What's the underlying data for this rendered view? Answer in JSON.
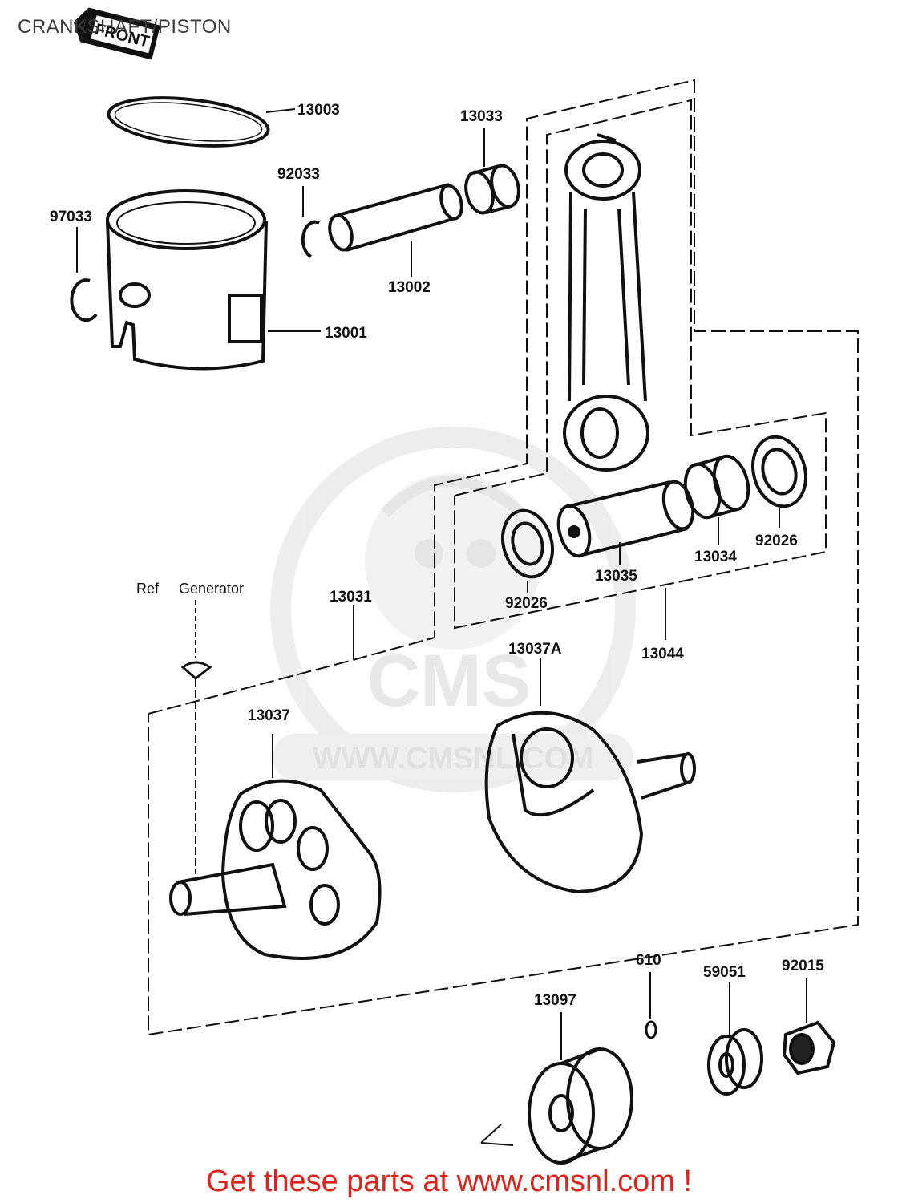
{
  "title": "CRANKSHAFT/PISTON",
  "front_label": "FRONT",
  "watermark": {
    "logo_text": "CMS",
    "url_text": "WWW.CMSNL.COM"
  },
  "ref_note": {
    "ref": "Ref",
    "target": "Generator"
  },
  "parts": [
    {
      "id": "13003",
      "label": "13003",
      "name": "piston-ring"
    },
    {
      "id": "92033a",
      "label": "92033",
      "name": "circlip"
    },
    {
      "id": "97033",
      "label": "97033",
      "name": "circlip"
    },
    {
      "id": "13033",
      "label": "13033",
      "name": "needle-bearing"
    },
    {
      "id": "13002",
      "label": "13002",
      "name": "piston-pin"
    },
    {
      "id": "13001",
      "label": "13001",
      "name": "piston"
    },
    {
      "id": "92026a",
      "label": "92026",
      "name": "thrust-washer"
    },
    {
      "id": "13034",
      "label": "13034",
      "name": "needle-bearing"
    },
    {
      "id": "92026b",
      "label": "92026",
      "name": "thrust-washer"
    },
    {
      "id": "13035",
      "label": "13035",
      "name": "crank-pin"
    },
    {
      "id": "13044",
      "label": "13044",
      "name": "connecting-rod-kit"
    },
    {
      "id": "13031",
      "label": "13031",
      "name": "crankshaft-assy"
    },
    {
      "id": "13037A",
      "label": "13037A",
      "name": "crankshaft-right"
    },
    {
      "id": "13037",
      "label": "13037",
      "name": "crankshaft-left"
    },
    {
      "id": "610",
      "label": "610",
      "name": "o-ring"
    },
    {
      "id": "59051",
      "label": "59051",
      "name": "gear"
    },
    {
      "id": "92015",
      "label": "92015",
      "name": "nut"
    },
    {
      "id": "13097",
      "label": "13097",
      "name": "primary-gear"
    }
  ],
  "footer": "Get these parts at www.cmsnl.com !"
}
